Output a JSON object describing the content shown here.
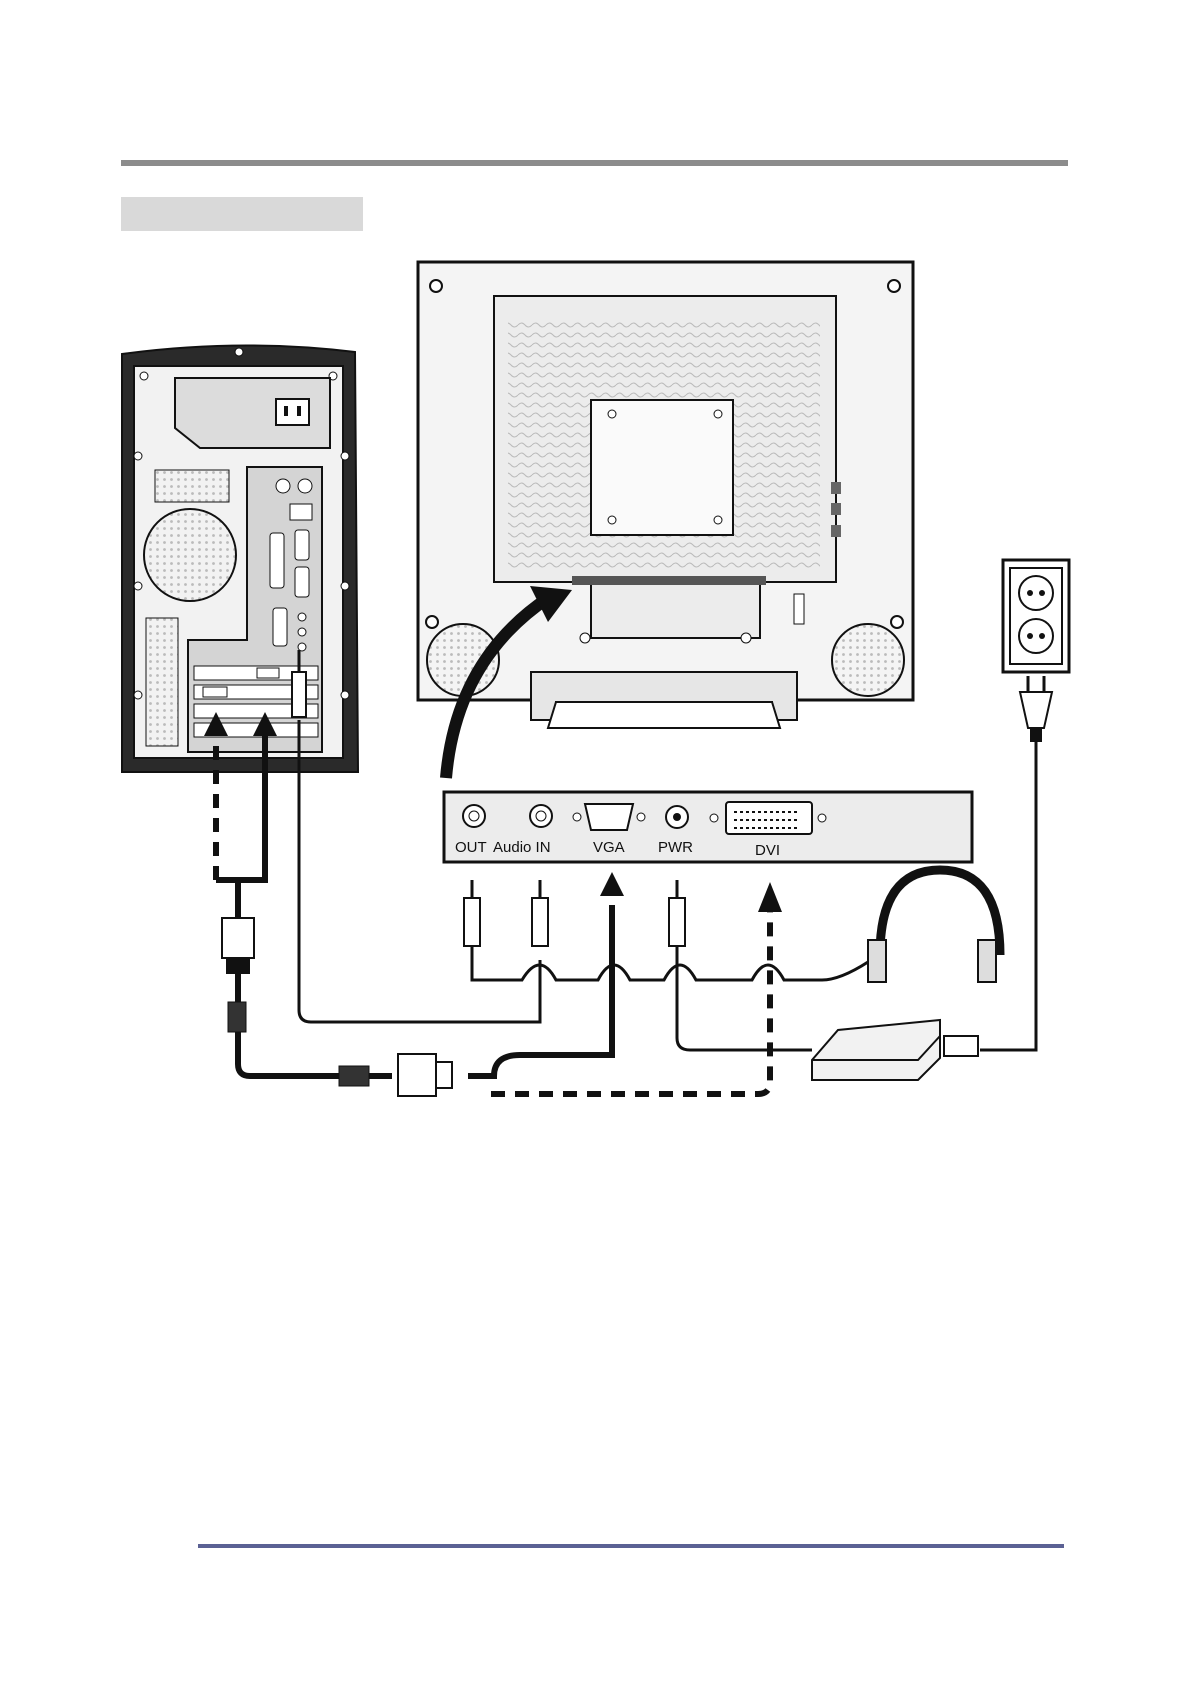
{
  "header": {
    "section_title": ""
  },
  "diagram": {
    "port_labels": {
      "out": "OUT",
      "audio_in": "Audio IN",
      "vga": "VGA",
      "pwr": "PWR",
      "dvi": "DVI"
    }
  },
  "footer": {
    "text": ""
  },
  "colors": {
    "rule": "#8c8c8c",
    "tab": "#d9d9d9",
    "footer_rule": "#5b6194",
    "line": "#111111"
  }
}
